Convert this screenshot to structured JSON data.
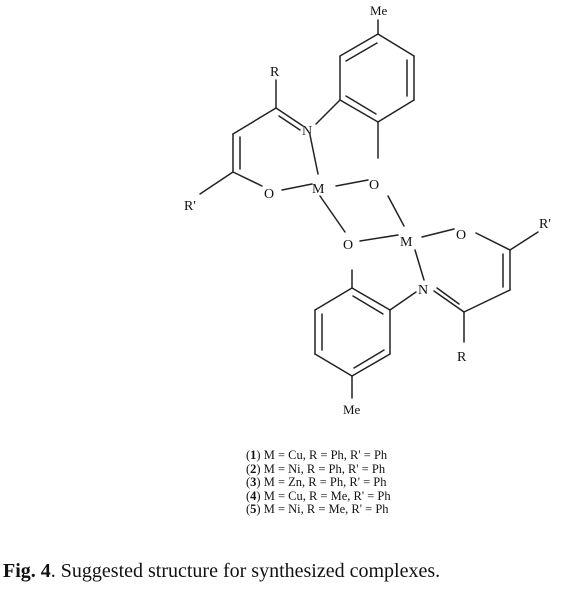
{
  "figure": {
    "atoms": {
      "me_top": "Me",
      "r_top": "R",
      "n_top": "N",
      "m_top": "M",
      "o_phenol_top": "O",
      "o_enol_top": "O",
      "rp_left": "R'",
      "o_phenol_bottom": "O",
      "m_bottom": "M",
      "o_enol_bottom": "O",
      "rp_right": "R'",
      "n_bottom": "N",
      "r_bottom": "R",
      "me_bottom": "Me"
    },
    "legend": [
      {
        "num": "1",
        "text": " M = Cu, R = Ph, R' = Ph"
      },
      {
        "num": "2",
        "text": " M = Ni, R = Ph, R' = Ph"
      },
      {
        "num": "3",
        "text": " M = Zn, R = Ph, R' = Ph"
      },
      {
        "num": "4",
        "text": " M = Cu, R = Me, R' = Ph"
      },
      {
        "num": "5",
        "text": " M = Ni, R = Me, R' = Ph"
      }
    ],
    "caption": {
      "label": "Fig. 4",
      "text": ". Suggested structure for synthesized complexes."
    }
  }
}
